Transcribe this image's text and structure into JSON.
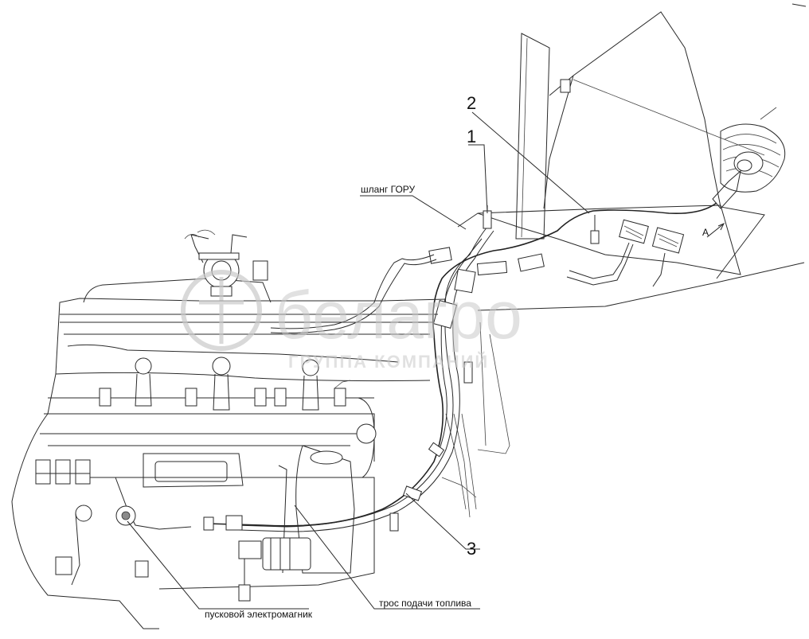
{
  "callouts": {
    "num_1": "1",
    "num_2": "2",
    "num_3": "3",
    "hose": "шланг ГОРУ",
    "starter": "пусковой электромагник",
    "cable": "трос подачи топлива",
    "arrow_a": "А"
  },
  "watermark": {
    "brand": "белагро",
    "subtitle": "ГРУППА КОМПАНИЙ"
  },
  "colors": {
    "line": "#2a2a2a",
    "watermark": "#c9c9c9"
  }
}
